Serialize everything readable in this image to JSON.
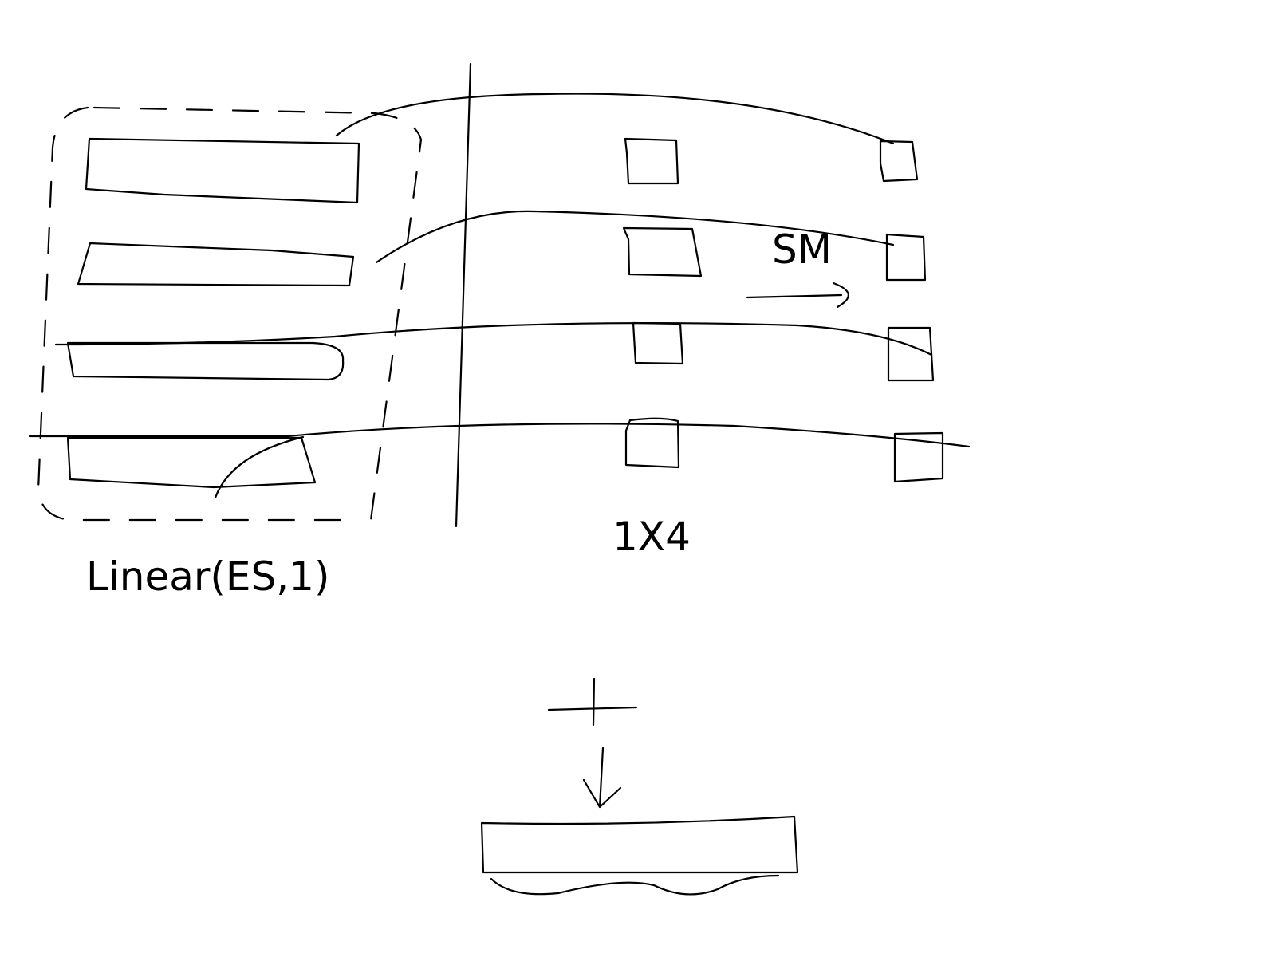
{
  "labels": {
    "linear": "Linear(ES,1)",
    "shape": "1X4",
    "softmax": "SM",
    "add": "+"
  },
  "embedding_rows": 4,
  "score_boxes_per_column": 4,
  "colors": {
    "ink": "#000000",
    "background": "#ffffff"
  }
}
